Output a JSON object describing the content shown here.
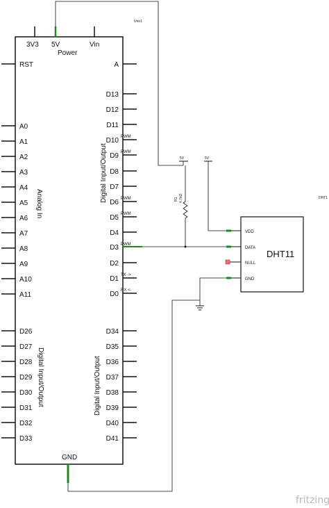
{
  "board": {
    "part_label": "Uno1",
    "top_pins": [
      "3V3",
      "5V",
      "Vin"
    ],
    "power_label": "Power",
    "gnd_label": "GND",
    "left_pins": [
      "RST",
      "A0",
      "A1",
      "A2",
      "A3",
      "A4",
      "A5",
      "A6",
      "A7",
      "A8",
      "A9",
      "A10",
      "A11",
      "D26",
      "D27",
      "D28",
      "D29",
      "D30",
      "D31",
      "D32",
      "D33"
    ],
    "right_pins": [
      "A",
      "D13",
      "D12",
      "D11",
      "D10",
      "D9",
      "D8",
      "D7",
      "D6",
      "D5",
      "D4",
      "D3",
      "D2",
      "D1",
      "D0",
      "D34",
      "D35",
      "D36",
      "D37",
      "D38",
      "D39",
      "D40",
      "D41"
    ],
    "pwm_label": "PWM",
    "tx_label": "TX ->",
    "rx_label": "RX <-",
    "analog_label": "Analog In",
    "digital_label": "Digital Input/Output"
  },
  "resistor": {
    "ref": "R1",
    "value": "4.7kΩ"
  },
  "supply_5v_left": "5V",
  "supply_5v_right": "5V",
  "sensor": {
    "name": "DHT11",
    "part_label": "DHT1",
    "pins": [
      "VDD",
      "DATA",
      "NULL",
      "GND"
    ]
  },
  "watermark": "fritzing"
}
